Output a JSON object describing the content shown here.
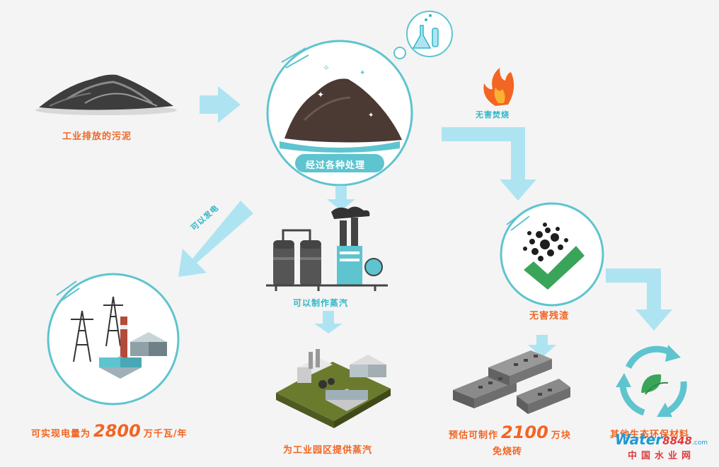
{
  "nodes": {
    "pollution": "工业排放的污泥",
    "treatment": "经过各种处理",
    "steam_make": "可以制作蒸汽",
    "steam_supply": "为工业园区提供蒸汽",
    "residue": "无害残渣",
    "recycle": "其他生态环保材料"
  },
  "edges": {
    "incinerate": "无害焚烧",
    "power": "可以发电"
  },
  "stats": {
    "power_prefix": "可实现电量为",
    "power_value": "2800",
    "power_unit": "万千瓦/年",
    "brick_prefix": "预估可制作",
    "brick_value": "2100",
    "brick_unit": "万块",
    "brick_item": "免烧砖"
  },
  "watermark": {
    "brand_a": "Water",
    "brand_b": "8848",
    "domain": ".com",
    "cn": "中国水业网"
  },
  "colors": {
    "accent": "#f26522",
    "teal": "#5ec4cf",
    "arrow": "#aee4f2",
    "check": "#3aa55a"
  }
}
